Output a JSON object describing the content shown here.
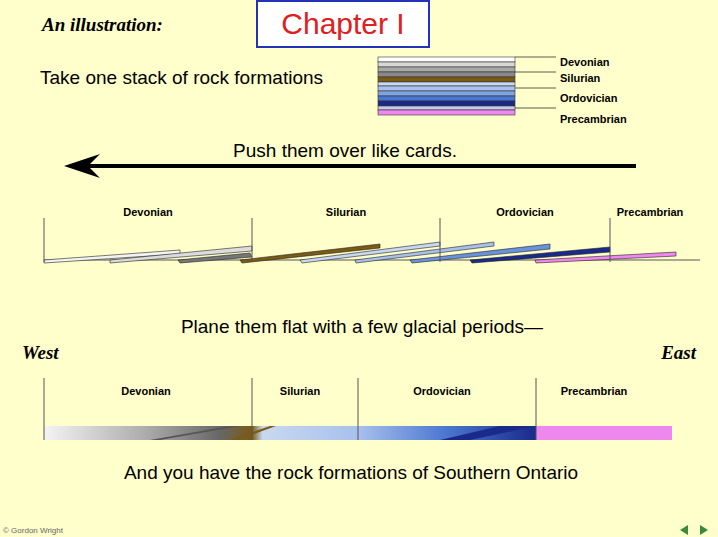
{
  "diagram": {
    "title": "Chapter I",
    "caption": "And you have the rock formations of Southern Ontario",
    "labels": [
      "An illustration:",
      "Take one stack of rock formations",
      "Devonian",
      "Silurian",
      "Ordovician",
      "Precambrian",
      "Push them over like cards.",
      "Devonian",
      "Silurian",
      "Ordovician",
      "Precambrian",
      "Plane them flat with a few glacial periods—",
      "West",
      "East",
      "Devonian",
      "Silurian",
      "Ordovician",
      "Precambrian",
      "© Gordon Wright"
    ]
  }
}
